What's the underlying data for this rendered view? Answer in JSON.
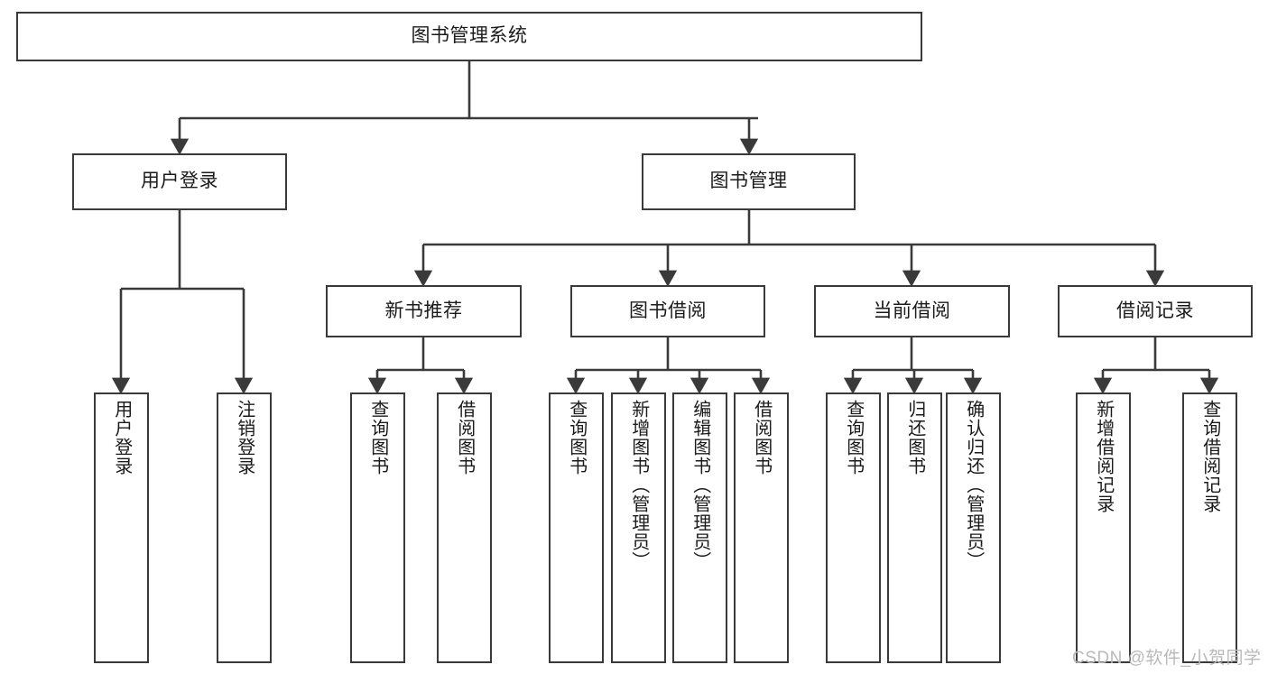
{
  "diagram": {
    "type": "tree",
    "title": "图书管理系统",
    "watermark": "CSDN @软件_小贺同学",
    "colors": {
      "box_border": "#3a3a3a",
      "box_fill": "#ffffff",
      "edge": "#3a3a3a",
      "text": "#1b1b1b",
      "watermark": "#b9b9b9",
      "background": "#ffffff"
    },
    "nodes": {
      "root": {
        "label": "图书管理系统"
      },
      "level1": [
        {
          "id": "user-login",
          "label": "用户登录"
        },
        {
          "id": "book-manage",
          "label": "图书管理"
        }
      ],
      "level2": [
        {
          "id": "new-book-recommend",
          "label": "新书推荐"
        },
        {
          "id": "book-borrow",
          "label": "图书借阅"
        },
        {
          "id": "current-borrow",
          "label": "当前借阅"
        },
        {
          "id": "borrow-record",
          "label": "借阅记录"
        }
      ],
      "leaves": {
        "user-login": [
          {
            "id": "leaf-user-login",
            "label": "用户登录"
          },
          {
            "id": "leaf-logout-login",
            "label": "注销登录"
          }
        ],
        "new-book-recommend": [
          {
            "id": "leaf-query-book-1",
            "label": "查询图书"
          },
          {
            "id": "leaf-borrow-book-1",
            "label": "借阅图书"
          }
        ],
        "book-borrow": [
          {
            "id": "leaf-query-book-2",
            "label": "查询图书"
          },
          {
            "id": "leaf-add-book",
            "label": "新增图书（管理员）"
          },
          {
            "id": "leaf-edit-book",
            "label": "编辑图书（管理员）"
          },
          {
            "id": "leaf-borrow-book-2",
            "label": "借阅图书"
          }
        ],
        "current-borrow": [
          {
            "id": "leaf-query-book-3",
            "label": "查询图书"
          },
          {
            "id": "leaf-return-book",
            "label": "归还图书"
          },
          {
            "id": "leaf-confirm-return",
            "label": "确认归还（管理员）"
          }
        ],
        "borrow-record": [
          {
            "id": "leaf-add-record",
            "label": "新增借阅记录"
          },
          {
            "id": "leaf-query-record",
            "label": "查询借阅记录"
          }
        ]
      }
    }
  }
}
